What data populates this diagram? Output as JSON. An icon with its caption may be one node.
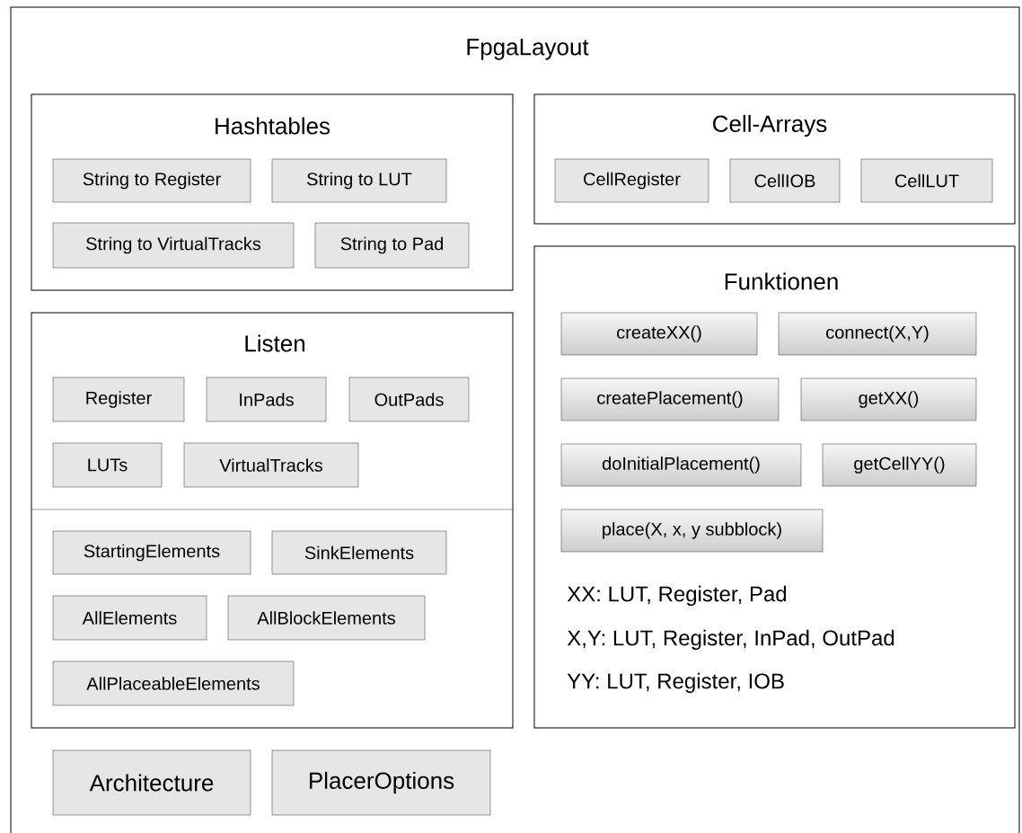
{
  "diagram": {
    "nodes": [
      {
        "text": [
          "FpgaLayout"
        ]
      },
      {
        "text": [
          "Hashtables"
        ],
        "in": 0
      },
      {
        "text": [
          "String to Register"
        ],
        "in": 1
      },
      {
        "text": [
          "String to LUT"
        ],
        "in": 1
      },
      {
        "text": [
          "String to VirtualTracks"
        ],
        "in": 1
      },
      {
        "text": [
          "String to Pad"
        ],
        "in": 1
      },
      {
        "text": [
          "Cell-Arrays"
        ],
        "in": 0
      },
      {
        "text": [
          "CellRegister"
        ],
        "in": 6
      },
      {
        "text": [
          "CellIOB"
        ],
        "in": 6
      },
      {
        "text": [
          "CellLUT"
        ],
        "in": 6
      },
      {
        "text": [
          "Listen"
        ],
        "in": 0
      },
      {
        "text": [
          "Register"
        ],
        "in": 10
      },
      {
        "text": [
          "InPads"
        ],
        "in": 10
      },
      {
        "text": [
          "OutPads"
        ],
        "in": 10
      },
      {
        "text": [
          "LUTs"
        ],
        "in": 10
      },
      {
        "text": [
          "VirtualTracks"
        ],
        "in": 10
      },
      {
        "text": [
          "StartingElements"
        ],
        "in": 10
      },
      {
        "text": [
          "SinkElements"
        ],
        "in": 10
      },
      {
        "text": [
          "AllElements"
        ],
        "in": 10
      },
      {
        "text": [
          "AllBlockElements"
        ],
        "in": 10
      },
      {
        "text": [
          "AllPlaceableElements"
        ],
        "in": 10
      },
      {
        "text": [
          "Funktionen",
          "XX: LUT, Register, Pad",
          "X,Y: LUT, Register, InPad, OutPad",
          "YY: LUT, Register, IOB"
        ],
        "in": 0
      },
      {
        "text": [
          "createXX()"
        ],
        "in": 21
      },
      {
        "text": [
          "connect(X,Y)"
        ],
        "in": 21
      },
      {
        "text": [
          "createPlacement()"
        ],
        "in": 21
      },
      {
        "text": [
          "getXX()"
        ],
        "in": 21
      },
      {
        "text": [
          "doInitialPlacement()"
        ],
        "in": 21
      },
      {
        "text": [
          "getCellYY()"
        ],
        "in": 21
      },
      {
        "text": [
          "place(X, x, y subblock)"
        ],
        "in": 21
      },
      {
        "text": [
          "Architecture"
        ],
        "in": 0
      },
      {
        "text": [
          "PlacerOptions"
        ],
        "in": 0
      }
    ]
  }
}
